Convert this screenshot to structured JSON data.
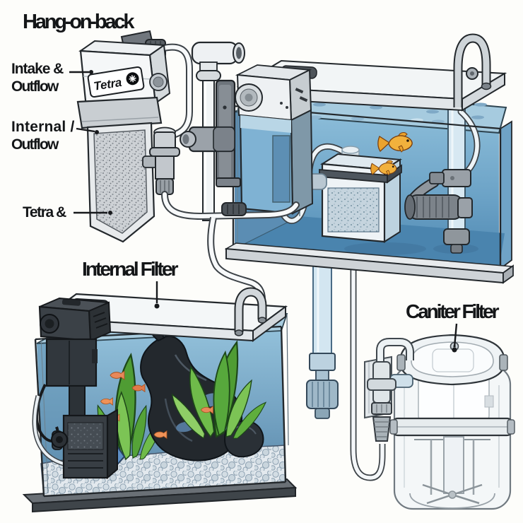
{
  "figure": {
    "title": "Hang-on-back",
    "callouts": {
      "intake_outflow": {
        "line1": "Intake &",
        "line2": "Outflow"
      },
      "internal_outflow": {
        "line1": "Internal /",
        "line2": "Outflow"
      },
      "tetra_media": "Tetra &"
    },
    "section_labels": {
      "internal_filter": "Internal Filter",
      "canister_filter": "Caniter Filter"
    },
    "brand_logo": "Tetra"
  },
  "colors": {
    "background": "#fdfdfa",
    "ink": "#141618",
    "water_surface": "#a6cbdf",
    "water_deep": "#4e87b1",
    "goldfish_orange": "#f2b13c",
    "small_fish_orange": "#e8885a",
    "plant_green": "#6fbb4a",
    "driftwood_dark": "#23282d",
    "gravel_light": "#e3e9ee",
    "plastic_gray": "#c9ced2",
    "black_plastic": "#31373d",
    "clear_pipe_blue": "#d3e6f1"
  }
}
